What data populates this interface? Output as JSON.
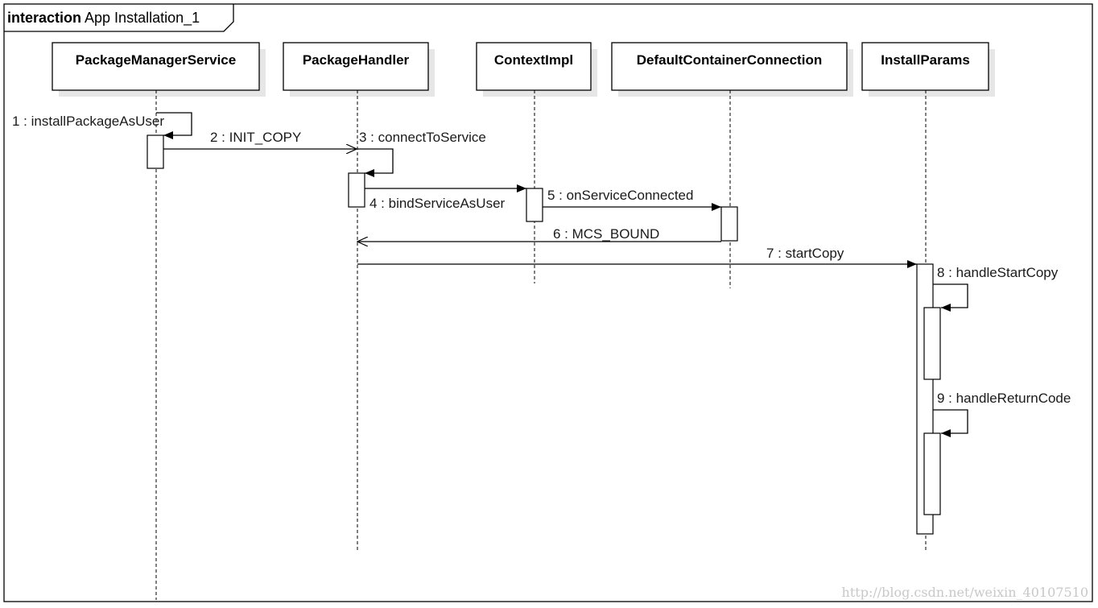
{
  "frame": {
    "keyword": "interaction",
    "name": "App Installation_1"
  },
  "lifelines": [
    {
      "id": "pms",
      "label": "PackageManagerService"
    },
    {
      "id": "ph",
      "label": "PackageHandler"
    },
    {
      "id": "ci",
      "label": "ContextImpl"
    },
    {
      "id": "dcc",
      "label": "DefaultContainerConnection"
    },
    {
      "id": "ip",
      "label": "InstallParams"
    }
  ],
  "messages": [
    {
      "label": "1 : installPackageAsUser",
      "from": "pms",
      "to": "pms",
      "kind": "sync"
    },
    {
      "label": "2 : INIT_COPY",
      "from": "pms",
      "to": "ph",
      "kind": "async"
    },
    {
      "label": "3 : connectToService",
      "from": "ph",
      "to": "ph",
      "kind": "sync"
    },
    {
      "label": "4 : bindServiceAsUser",
      "from": "ph",
      "to": "ci",
      "kind": "sync"
    },
    {
      "label": "5 : onServiceConnected",
      "from": "ci",
      "to": "dcc",
      "kind": "sync"
    },
    {
      "label": "6 : MCS_BOUND",
      "from": "dcc",
      "to": "ph",
      "kind": "async"
    },
    {
      "label": "7 : startCopy",
      "from": "ph",
      "to": "ip",
      "kind": "sync"
    },
    {
      "label": "8 : handleStartCopy",
      "from": "ip",
      "to": "ip",
      "kind": "sync"
    },
    {
      "label": "9 : handleReturnCode",
      "from": "ip",
      "to": "ip",
      "kind": "sync"
    }
  ],
  "watermark": "http://blog.csdn.net/weixin_40107510",
  "colors": {
    "line": "#000000",
    "box_fill": "#ffffff",
    "shadow": "#e6e6e6",
    "text": "#1a1a1a",
    "watermark": "#c8c8c8"
  }
}
